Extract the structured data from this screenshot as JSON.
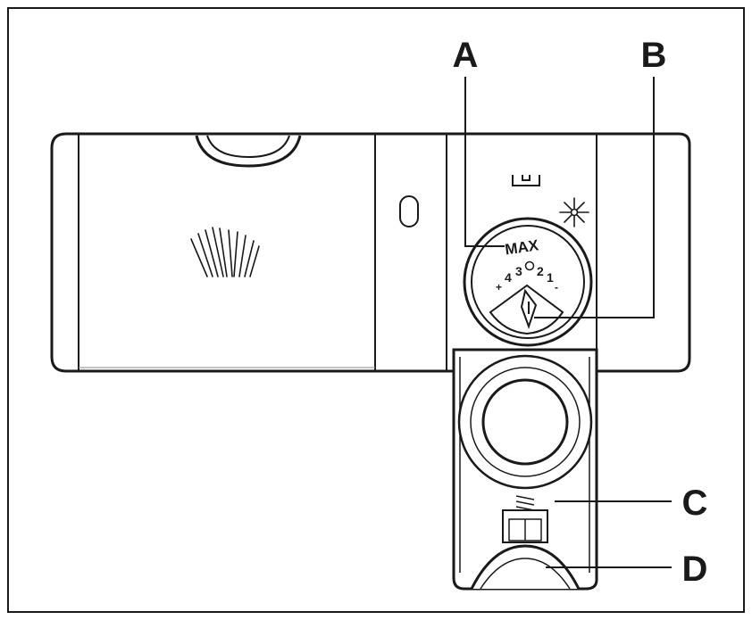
{
  "callouts": {
    "a": "A",
    "b": "B",
    "c": "C",
    "d": "D"
  },
  "dial": {
    "max_label": "MAX",
    "scale_plus": "+",
    "scale_4": "4",
    "scale_3": "3",
    "scale_2": "2",
    "scale_1": "1",
    "scale_minus": "-"
  },
  "icons": {
    "detergent": "detergent-splash-icon",
    "rinse_aid_level": "rinse-aid-level-icon",
    "sparkle": "sparkle-icon"
  },
  "colors": {
    "line": "#1a1a1a",
    "background": "#ffffff"
  }
}
